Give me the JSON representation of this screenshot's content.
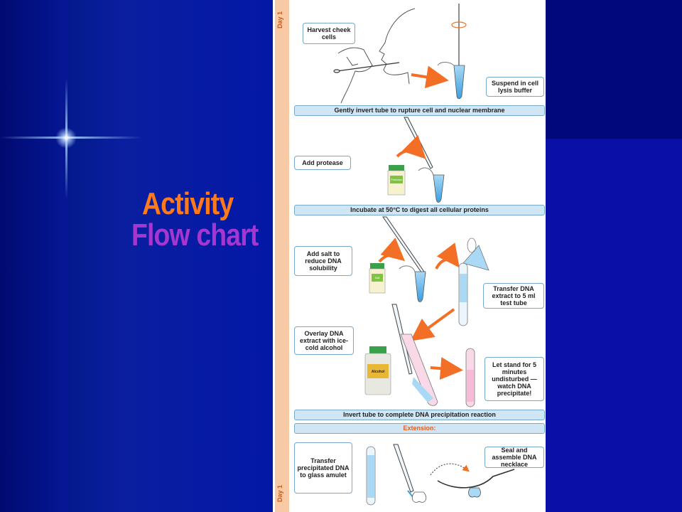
{
  "slide": {
    "title_line1": "Activity",
    "title_line2": "Flow chart"
  },
  "colors": {
    "background": "#0a0e9a",
    "title_line1": "#ff7a1a",
    "title_line2": "#a536cf",
    "day_strip": "#f7c9a4",
    "bar_fill": "#d0e6f4",
    "box_border": "#77a9c9",
    "arrow": "#f26f25",
    "extension_label": "#e15e1d"
  },
  "flowchart": {
    "day_top": "Day 1",
    "day_bottom": "Day 1",
    "steps": {
      "harvest": "Harvest cheek cells",
      "suspend": "Suspend in cell lysis buffer",
      "invert_membrane": "Gently invert tube to rupture cell and nuclear membrane",
      "add_protease": "Add protease",
      "incubate": "Incubate at 50°C to digest all cellular proteins",
      "add_salt": "Add salt to reduce DNA solubility",
      "transfer_extract": "Transfer DNA extract to 5 ml test tube",
      "overlay_alcohol": "Overlay DNA extract with ice-cold alcohol",
      "let_stand": "Let stand for 5 minutes undisturbed — watch DNA precipitate!",
      "invert_precipitation": "Invert tube to complete DNA precipitation reaction",
      "extension": "Extension:",
      "transfer_precipitated": "Transfer precipitated DNA to glass amulet",
      "seal_assemble": "Seal and assemble DNA necklace"
    },
    "bottle_labels": {
      "protease": "Protease",
      "salt": "Salt",
      "alcohol": "Alcohol"
    }
  }
}
